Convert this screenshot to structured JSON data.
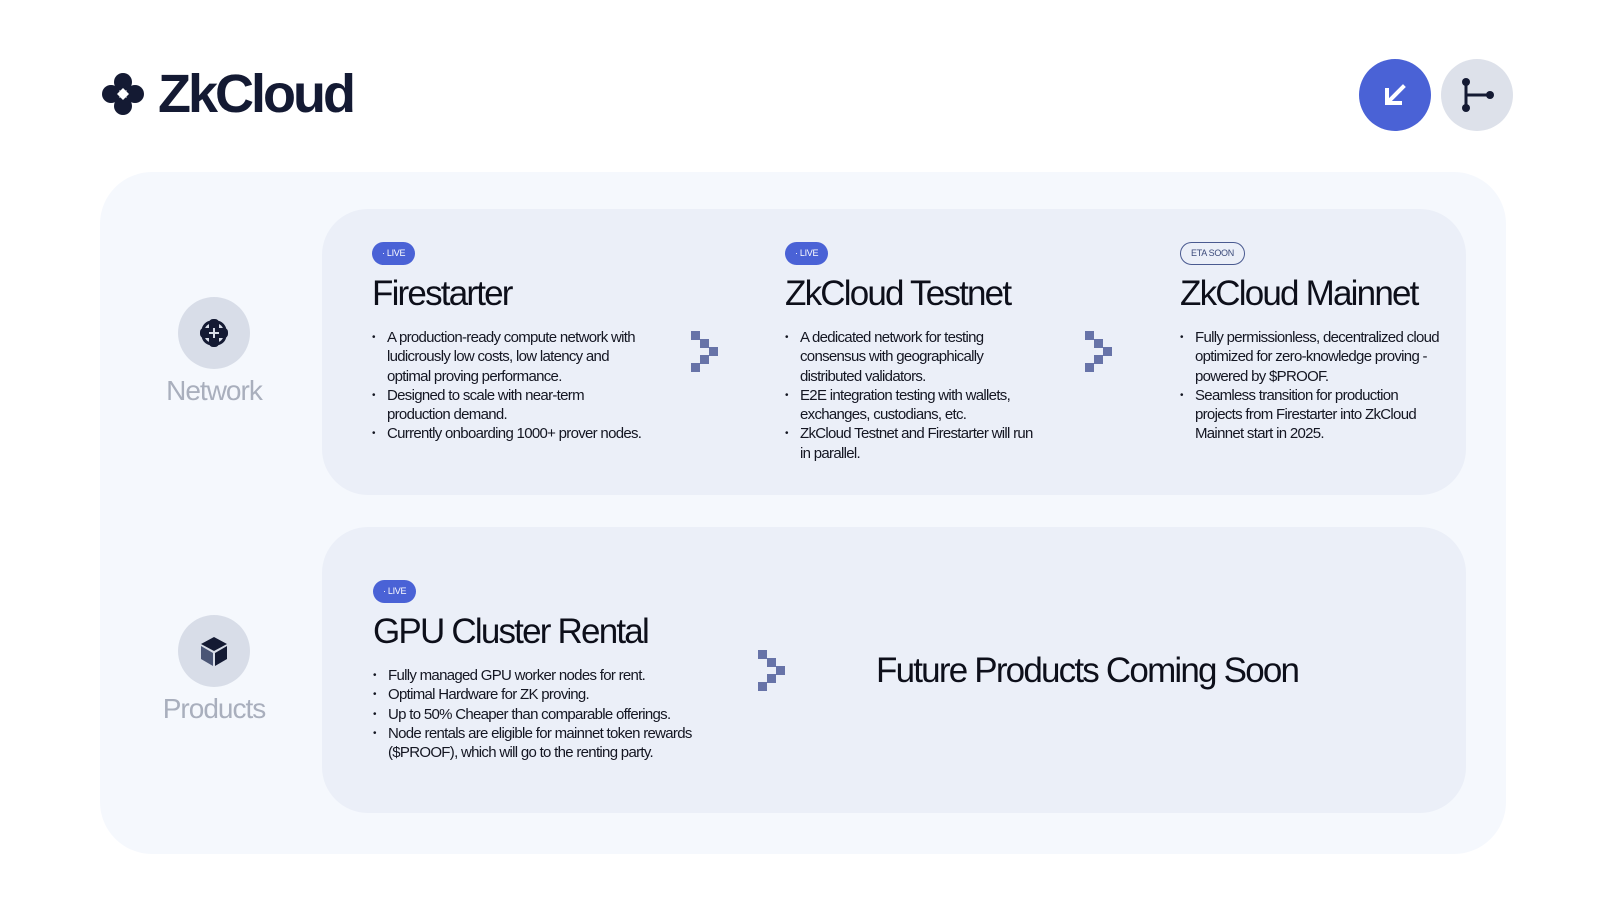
{
  "brand": {
    "name": "ZkCloud"
  },
  "header": {
    "arrow_icon": "arrow-down-left-icon",
    "branch_icon": "git-branch-icon",
    "accent_color": "#4a62d6"
  },
  "rows": {
    "network": {
      "label": "Network",
      "icon": "globe-icon"
    },
    "products": {
      "label": "Products",
      "icon": "cube-icon"
    }
  },
  "network": {
    "stages": [
      {
        "badge": "· LIVE",
        "title": "Firestarter",
        "bullets": [
          "A production-ready compute network with ludicrously low costs, low latency and optimal proving performance.",
          "Designed to scale with near-term production demand.",
          "Currently onboarding 1000+ prover nodes."
        ]
      },
      {
        "badge": "· LIVE",
        "title": "ZkCloud Testnet",
        "bullets": [
          "A dedicated network for testing consensus with geographically distributed validators.",
          "E2E integration testing with wallets, exchanges, custodians, etc.",
          "ZkCloud Testnet and Firestarter will run in parallel."
        ]
      },
      {
        "badge": "ETA SOON",
        "title": "ZkCloud Mainnet",
        "bullets": [
          "Fully permissionless, decentralized cloud optimized for zero-knowledge proving - powered by $PROOF.",
          "Seamless transition for production projects from Firestarter into ZkCloud Mainnet start in 2025."
        ]
      }
    ]
  },
  "products": {
    "stage": {
      "badge": "· LIVE",
      "title": "GPU Cluster Rental",
      "bullets": [
        "Fully managed GPU worker nodes for rent.",
        "Optimal Hardware for ZK proving.",
        "Up to 50% Cheaper than comparable offerings.",
        "Node rentals are eligible for mainnet token rewards ($PROOF), which will go to the renting party."
      ]
    },
    "future": "Future Products Coming Soon"
  }
}
